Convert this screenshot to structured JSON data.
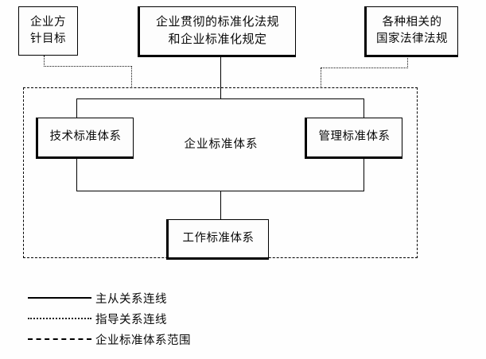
{
  "diagram": {
    "title": "企业标准体系",
    "nodes": {
      "policy": {
        "lines": [
          "企业方",
          "针目标"
        ]
      },
      "regulations": {
        "lines": [
          "企业贯彻的标准化法规",
          "和企业标准化规定"
        ]
      },
      "national_law": {
        "lines": [
          "各种相关的",
          "国家法律法规"
        ]
      },
      "technical": {
        "lines": [
          "技术标准体系"
        ]
      },
      "management": {
        "lines": [
          "管理标准体系"
        ]
      },
      "work": {
        "lines": [
          "工作标准体系"
        ]
      },
      "scope_label": "企业标准体系"
    },
    "legend": [
      {
        "style": "solid",
        "label": "主从关系连线"
      },
      {
        "style": "dotted",
        "label": "指导关系连线"
      },
      {
        "style": "dashed",
        "label": "企业标准体系范围"
      }
    ],
    "colors": {
      "stroke": "#000000",
      "text": "#0a0a0a",
      "background": "#ffffff",
      "box_fill": "#fdfdfd"
    }
  }
}
